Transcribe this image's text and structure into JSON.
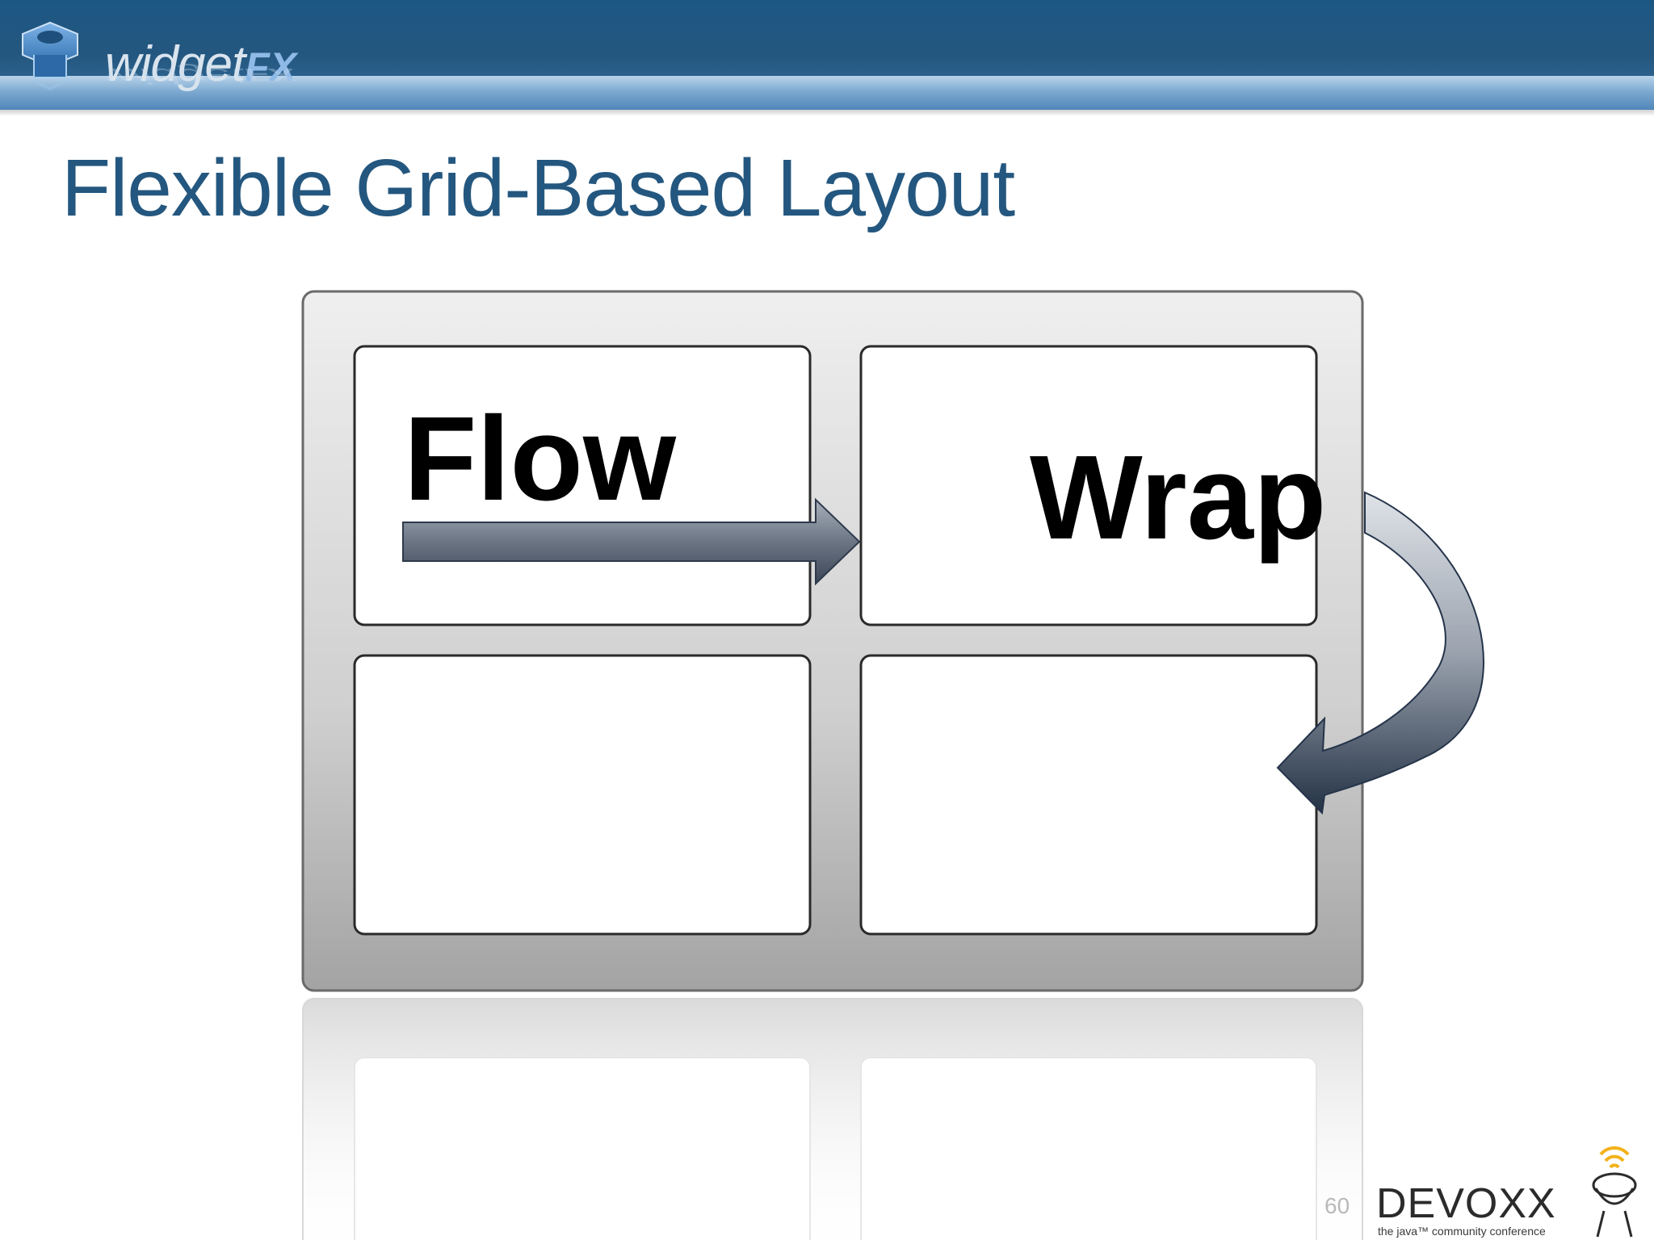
{
  "header": {
    "logo_name": "widget",
    "logo_fx": "FX",
    "colors": {
      "bar": "#24577f",
      "band": "#7daad1"
    }
  },
  "slide": {
    "title": "Flexible Grid-Based Layout",
    "title_color": "#24577f",
    "page_number": "60"
  },
  "diagram": {
    "cell_labels": {
      "flow": "Flow",
      "wrap": "Wrap"
    },
    "arrows": [
      "flow-arrow",
      "wrap-arrow"
    ]
  },
  "footer": {
    "conference_logo": "DEVOXX",
    "conference_tagline": "the java™ community conference"
  }
}
